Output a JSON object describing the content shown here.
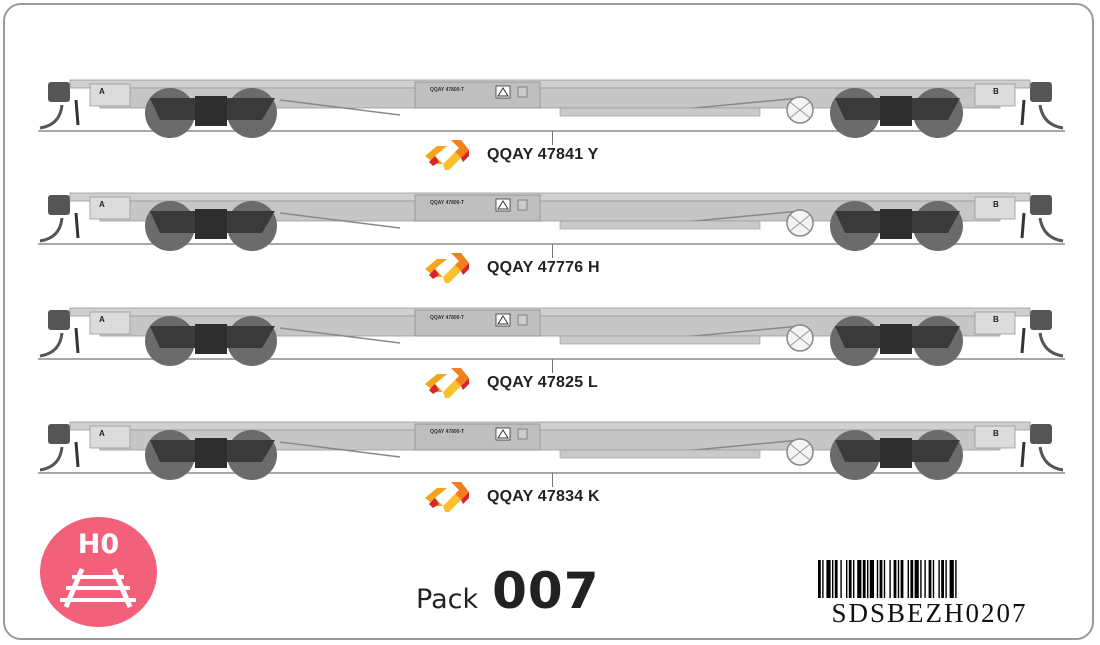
{
  "product": {
    "scale": "H0",
    "pack_label": "Pack",
    "pack_number": "007",
    "barcode_text": "SDSBEZH0207"
  },
  "colors": {
    "badge": "#f2607a",
    "wagon_body": "#c8c8c8",
    "wheel": "#6b6b6b",
    "logo_orange": "#f5a51c",
    "logo_red": "#d8232a"
  },
  "wagons": [
    {
      "number": "QQAY 47841 Y",
      "class_marking": "QQAY 47800-T",
      "end_a": "A",
      "end_b": "B"
    },
    {
      "number": "QQAY 47776 H",
      "class_marking": "QQAY 47800-T",
      "end_a": "A",
      "end_b": "B"
    },
    {
      "number": "QQAY 47825 L",
      "class_marking": "QQAY 47800-T",
      "end_a": "A",
      "end_b": "B"
    },
    {
      "number": "QQAY 47834 K",
      "class_marking": "QQAY 47800-T",
      "end_a": "A",
      "end_b": "B"
    }
  ],
  "icons": {
    "logo": "operator-logo-icon",
    "scale": "track-icon"
  }
}
